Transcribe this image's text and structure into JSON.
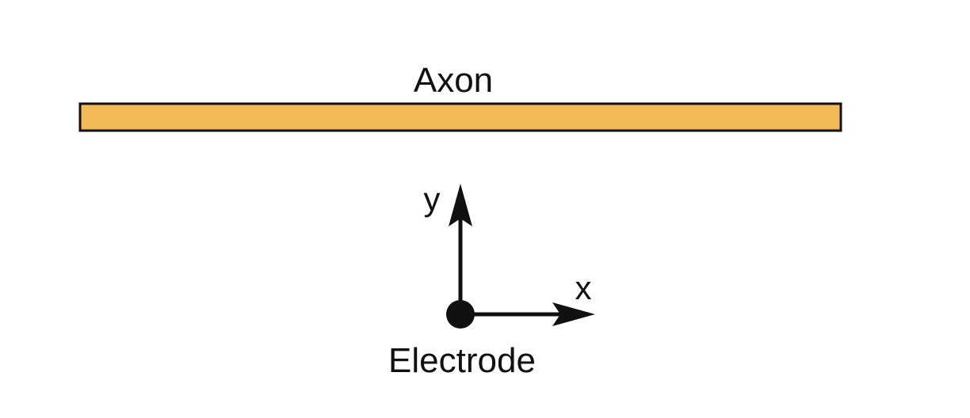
{
  "labels": {
    "axon": "Axon",
    "y_axis": "y",
    "x_axis": "x",
    "electrode": "Electrode"
  },
  "colors": {
    "axon_fill": "#f2b957",
    "stroke": "#111111",
    "background": "#ffffff"
  }
}
